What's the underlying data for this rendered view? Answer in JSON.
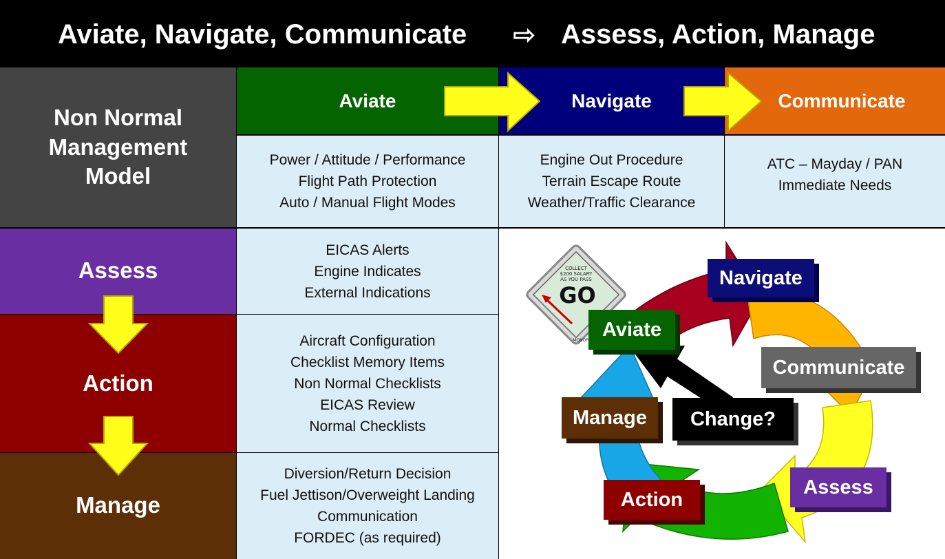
{
  "title": {
    "left": "Aviate, Navigate, Communicate",
    "arrow": "⇨",
    "right": "Assess, Action, Manage"
  },
  "model_title": "Non Normal Management Model",
  "columns": [
    {
      "label": "Aviate",
      "color": "#046400",
      "items": [
        "Power / Attitude / Performance",
        "Flight Path Protection",
        "Auto / Manual Flight Modes"
      ]
    },
    {
      "label": "Navigate",
      "color": "#00007a",
      "items": [
        "Engine Out Procedure",
        "Terrain Escape Route",
        "Weather/Traffic Clearance"
      ]
    },
    {
      "label": "Communicate",
      "color": "#e3680c",
      "items": [
        "ATC – Mayday / PAN",
        "Immediate Needs"
      ]
    }
  ],
  "rows": [
    {
      "label": "Assess",
      "color": "#6a2ea3",
      "items": [
        "EICAS Alerts",
        "Engine Indicates",
        "External Indications"
      ]
    },
    {
      "label": "Action",
      "color": "#8e0000",
      "items": [
        "Aircraft Configuration",
        "Checklist Memory Items",
        "Non Normal Checklists",
        "EICAS Review",
        "Normal Checklists"
      ]
    },
    {
      "label": "Manage",
      "color": "#5c2f06",
      "items": [
        "Diversion/Return Decision",
        "Fuel Jettison/Overweight Landing",
        "Communication",
        "FORDEC (as required)"
      ]
    }
  ],
  "cycle": {
    "navigate": "Navigate",
    "communicate": "Communicate",
    "assess": "Assess",
    "action": "Action",
    "manage": "Manage",
    "aviate": "Aviate",
    "change": "Change?"
  },
  "go_card": {
    "line1": "COLLECT",
    "line2": "$200 SALARY",
    "line3": "AS YOU PASS",
    "go": "GO",
    "brand": "MONOPOLY"
  },
  "icons": [
    "yellow-arrow-right-icon",
    "yellow-arrow-down-icon",
    "cycle-arrows-icon",
    "monopoly-go-card-icon"
  ],
  "colors": {
    "aviate": "#046400",
    "navigate": "#00007a",
    "communicate": "#666666",
    "assess": "#6a2ea3",
    "action": "#8e0000",
    "manage": "#5c2f06",
    "arrow_yellow": "#ffff1a",
    "cell_bg": "#dbedf6"
  }
}
